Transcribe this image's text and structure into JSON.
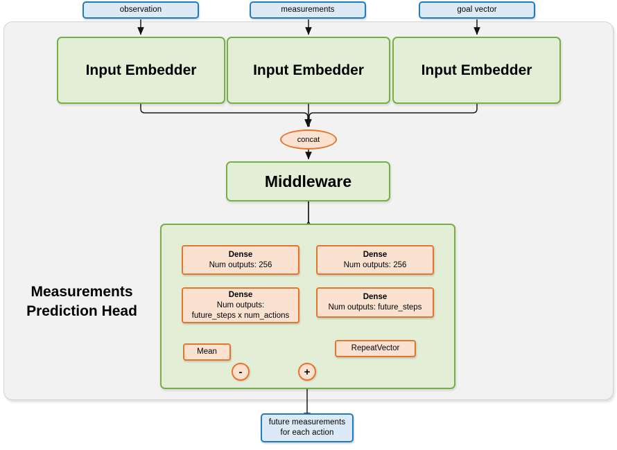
{
  "diagram": {
    "title": "Measurements Prediction Head network architecture",
    "colors": {
      "blue_border": "#1f7ac0",
      "blue_fill": "#dce9f6",
      "green_border": "#76b043",
      "green_fill": "#e2eed6",
      "orange_border": "#e8732a",
      "orange_fill": "#fbe2d0",
      "panel_fill": "#f2f2f2",
      "wire": "#1a1a1a"
    }
  },
  "inputs": [
    {
      "label": "observation"
    },
    {
      "label": "measurements"
    },
    {
      "label": "goal vector"
    }
  ],
  "embedders": [
    {
      "label": "Input Embedder"
    },
    {
      "label": "Input Embedder"
    },
    {
      "label": "Input Embedder"
    }
  ],
  "concat": {
    "label": "concat"
  },
  "middleware": {
    "label": "Middleware"
  },
  "head": {
    "label_line1": "Measurements",
    "label_line2": "Prediction Head",
    "left_branch": {
      "dense1": {
        "title": "Dense",
        "line1": "Num outputs: 256"
      },
      "dense2": {
        "title": "Dense",
        "line1": "Num outputs:",
        "line2": "future_steps x num_actions"
      },
      "mean": {
        "label": "Mean"
      },
      "op": {
        "label": "-"
      }
    },
    "right_branch": {
      "dense1": {
        "title": "Dense",
        "line1": "Num outputs: 256"
      },
      "dense2": {
        "title": "Dense",
        "line1": "Num outputs: future_steps"
      },
      "repeat_vector": {
        "label": "RepeatVector"
      },
      "op": {
        "label": "+"
      }
    }
  },
  "output": {
    "line1": "future measurements",
    "line2": "for each action"
  }
}
